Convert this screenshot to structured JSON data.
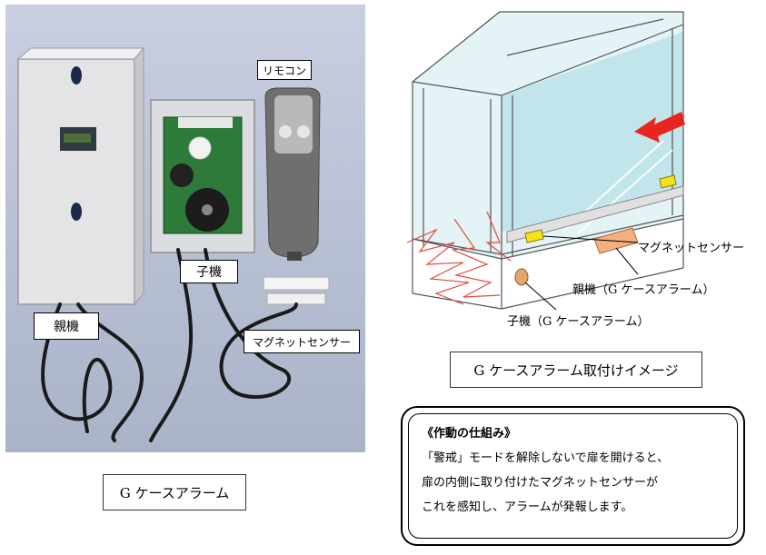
{
  "photo": {
    "labels": {
      "remote": "リモコン",
      "child_unit": "子機",
      "parent_unit": "親機",
      "magnet_sensor": "マグネットセンサー"
    },
    "caption": "G ケースアラーム"
  },
  "diagram": {
    "labels": {
      "magnet_sensor": "マグネットセンサー",
      "parent_unit": "親機（G ケースアラーム）",
      "child_unit": "子機（G ケースアラーム）"
    },
    "caption": "G ケースアラーム取付けイメージ",
    "colors": {
      "arrow": "#e8251f",
      "sensor": "#f5e21b",
      "glass": "#bfe3ea",
      "siren_lines": "#e54a3c"
    }
  },
  "mechanism": {
    "title": "《作動の仕組み》",
    "lines": [
      "「警戒」モードを解除しないで扉を開けると、",
      "扉の内側に取り付けたマグネットセンサーが",
      "これを感知し、アラームが発報します。"
    ]
  }
}
